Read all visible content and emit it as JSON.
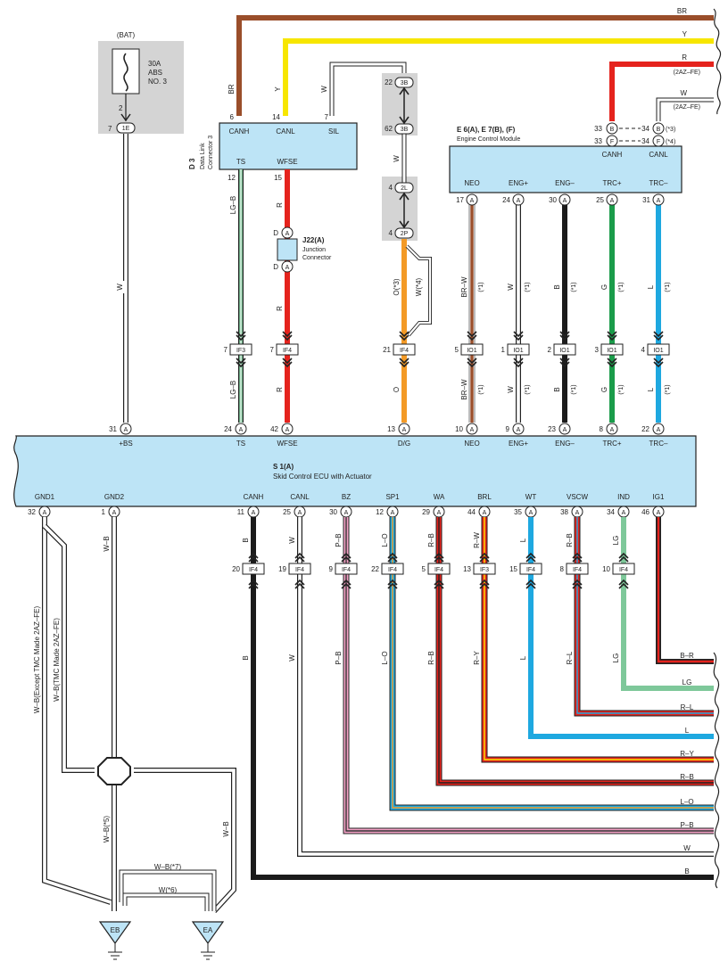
{
  "colors": {
    "brown": "#9a4e2a",
    "yellow": "#f7e600",
    "red": "#e5231d",
    "black": "#1b1b1b",
    "green": "#1a9c4a",
    "blue": "#1ea8e0",
    "orange": "#f39a26",
    "light_green": "#7ec89a",
    "pink": "#f2a0c4",
    "component_fill": "#bde4f6",
    "fuse_fill": "#d4d4d4"
  },
  "fuse": {
    "bat": "(BAT)",
    "rating": "30A",
    "name_1": "ABS",
    "name_2": "NO. 3",
    "pin_top": "2",
    "pin_num": "7",
    "pin_conn": "1E"
  },
  "dlc3": {
    "id": "D 3",
    "name_1": "Data Link",
    "name_2": "Connector 3",
    "terminals_top": [
      {
        "label": "CANH",
        "pin": "6"
      },
      {
        "label": "CANL",
        "pin": "14"
      },
      {
        "label": "SIL",
        "pin": "7"
      }
    ],
    "terminals_bottom": [
      {
        "label": "TS",
        "pin": "12"
      },
      {
        "label": "WFSE",
        "pin": "15"
      }
    ]
  },
  "junction": {
    "id": "J22(A)",
    "name_1": "Junction",
    "name_2": "Connector",
    "pin_letter": "D",
    "pin_conn": "A"
  },
  "inline_connectors": [
    {
      "pin": "22",
      "conn": "3B"
    },
    {
      "pin": "62",
      "conn": "3B"
    },
    {
      "pin": "4",
      "conn": "2L"
    },
    {
      "pin": "4",
      "conn": "2P"
    }
  ],
  "ecm": {
    "id": "E 6(A), E 7(B), (F)",
    "name": "Engine Control Module",
    "top_labels": [
      "CANH",
      "CANL"
    ],
    "top_pins": [
      {
        "pin": "33",
        "conn": "B"
      },
      {
        "pin": "33",
        "conn": "F"
      },
      {
        "pin": "34",
        "conn": "B",
        "note": "(*3)"
      },
      {
        "pin": "34",
        "conn": "F",
        "note": "(*4)"
      }
    ],
    "terminals": [
      {
        "label": "NEO",
        "pin": "17",
        "conn": "A",
        "wire": "BR–W",
        "note": "(*1)",
        "jpin": "5",
        "jconn": "IO1",
        "pin2": "10"
      },
      {
        "label": "ENG+",
        "pin": "24",
        "conn": "A",
        "wire": "W",
        "note": "(*1)",
        "jpin": "1",
        "jconn": "IO1",
        "pin2": "9"
      },
      {
        "label": "ENG–",
        "pin": "30",
        "conn": "A",
        "wire": "B",
        "note": "(*1)",
        "jpin": "2",
        "jconn": "IO1",
        "pin2": "23"
      },
      {
        "label": "TRC+",
        "pin": "25",
        "conn": "A",
        "wire": "G",
        "note": "(*1)",
        "jpin": "3",
        "jconn": "IO1",
        "pin2": "8"
      },
      {
        "label": "TRC–",
        "pin": "31",
        "conn": "A",
        "wire": "L",
        "note": "(*1)",
        "jpin": "4",
        "jconn": "IO1",
        "pin2": "22"
      }
    ]
  },
  "ecu": {
    "id": "S 1(A)",
    "name": "Skid Control ECU with Actuator",
    "top_terminals": [
      {
        "label": "+BS",
        "pin": "31"
      },
      {
        "label": "TS",
        "pin": "24"
      },
      {
        "label": "WFSE",
        "pin": "42"
      },
      {
        "label": "D/G",
        "pin": "13"
      },
      {
        "label": "NEO",
        "pin": "10"
      },
      {
        "label": "ENG+",
        "pin": "9"
      },
      {
        "label": "ENG–",
        "pin": "23"
      },
      {
        "label": "TRC+",
        "pin": "8"
      },
      {
        "label": "TRC–",
        "pin": "22"
      }
    ],
    "bottom_terminals": [
      {
        "label": "GND1",
        "pin": "32"
      },
      {
        "label": "GND2",
        "pin": "1"
      },
      {
        "label": "CANH",
        "pin": "11"
      },
      {
        "label": "CANL",
        "pin": "25"
      },
      {
        "label": "BZ",
        "pin": "30"
      },
      {
        "label": "SP1",
        "pin": "12"
      },
      {
        "label": "WA",
        "pin": "29"
      },
      {
        "label": "BRL",
        "pin": "44"
      },
      {
        "label": "WT",
        "pin": "35"
      },
      {
        "label": "VSCW",
        "pin": "38"
      },
      {
        "label": "IND",
        "pin": "34"
      },
      {
        "label": "IG1",
        "pin": "46"
      }
    ],
    "conn_letter": "A"
  },
  "upper_wires": {
    "bat_w": "W",
    "dlc_br": "BR",
    "dlc_y": "Y",
    "dlc_w": "W",
    "ts_wire": "LG–B",
    "wfse_wire": "R",
    "dg_wire_1": "W",
    "dg_wire_o3": "O(*3)",
    "dg_wire_w4": "W(*4)",
    "dg_wire_o": "O",
    "ts_conn": {
      "pin": "7",
      "conn": "IF3"
    },
    "wfse_conn": {
      "pin": "7",
      "conn": "IF4"
    },
    "dg_conn": {
      "pin": "21",
      "conn": "IF4"
    }
  },
  "top_bus": [
    {
      "label": "BR"
    },
    {
      "label": "Y"
    },
    {
      "label": "R",
      "sub": "(2AZ–FE)"
    },
    {
      "label": "W",
      "sub": "(2AZ–FE)"
    }
  ],
  "bottom_wires": [
    {
      "wire": "B",
      "pin": "20",
      "conn": "IF4",
      "bus": "B"
    },
    {
      "wire": "W",
      "pin": "19",
      "conn": "IF4",
      "bus": "W"
    },
    {
      "wire": "P–B",
      "pin": "9",
      "conn": "IF4",
      "bus": "P–B"
    },
    {
      "wire": "L–O",
      "pin": "22",
      "conn": "IF4",
      "bus": "L–O"
    },
    {
      "wire": "R–B",
      "pin": "5",
      "conn": "IF4",
      "bus": "R–B"
    },
    {
      "wire": "R–W",
      "wire2": "R–Y",
      "pin": "13",
      "conn": "IF3",
      "bus": "R–Y"
    },
    {
      "wire": "L",
      "pin": "15",
      "conn": "IF4",
      "bus": "L"
    },
    {
      "wire": "R–B",
      "wire2": "R–L",
      "pin": "8",
      "conn": "IF4",
      "bus": "R–L"
    },
    {
      "wire": "LG",
      "pin": "10",
      "conn": "IF4",
      "bus": "LG"
    },
    {
      "bus": "B–R"
    }
  ],
  "ground": {
    "gnd1_wire_a": "W–B(Except TMC Made 2AZ–FE)",
    "gnd1_wire_b": "W–B(TMC Made 2AZ–FE)",
    "gnd2_wire": "W–B",
    "wb5": "W–B(*5)",
    "wb_right": "W–B",
    "wb7": "W–B(*7)",
    "w6": "W(*6)",
    "eb": "EB",
    "ea": "EA"
  }
}
